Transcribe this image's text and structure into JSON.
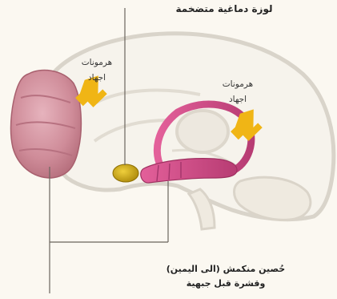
{
  "title": "لوزة دماغية متضخمة",
  "hormones_left": {
    "line1": "هرمونات",
    "line2": "اجهاد"
  },
  "hormones_right": {
    "line1": "هرمونات",
    "line2": "اجهاد"
  },
  "bottom_label": {
    "line1": "حُصين منكمش (الى اليمين)",
    "line2": "وقشرة قبل جبهية"
  },
  "colors": {
    "background": "#fbf8f1",
    "brain_fill": "#f6f3ec",
    "brain_outline": "#d9d4ca",
    "prefrontal": "#c9808f",
    "hippocampus": "#cf5585",
    "amygdala": "#c9a21a",
    "arrow": "#f0b515",
    "pointer_line": "#6a655e"
  }
}
